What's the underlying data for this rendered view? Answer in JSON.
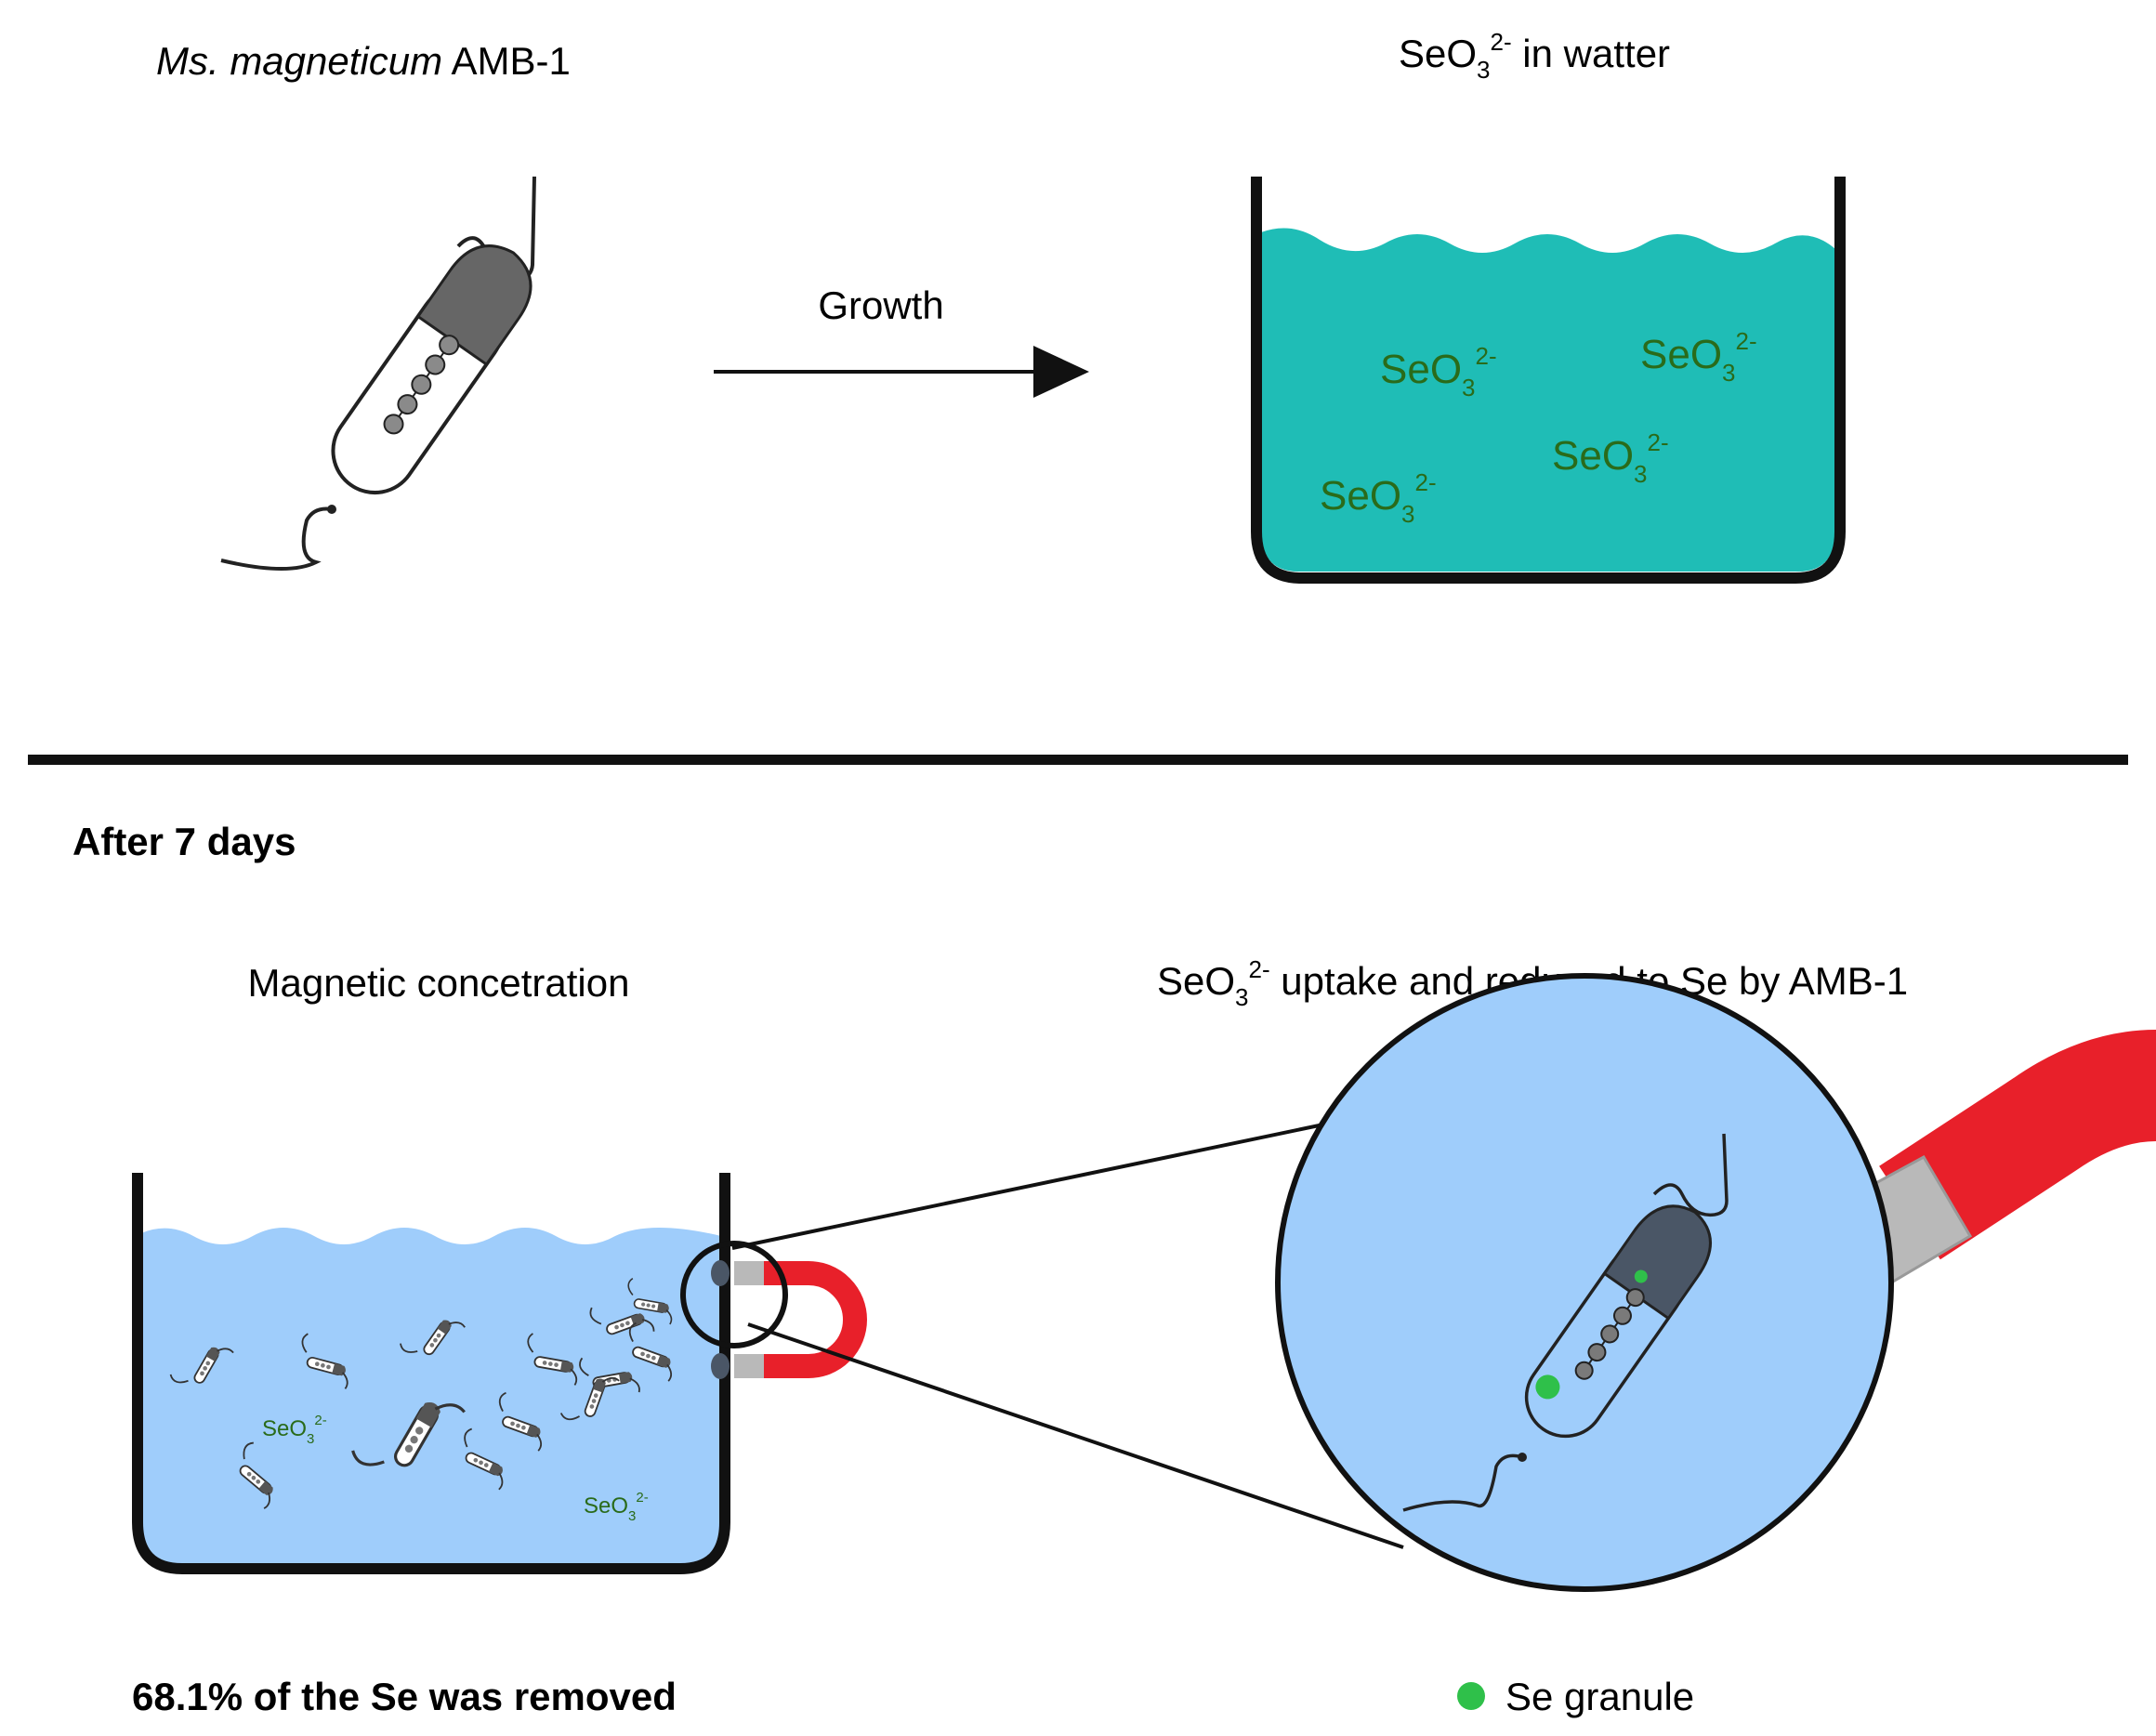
{
  "top": {
    "organism_species": "Ms. magneticum",
    "organism_strain": " AMB-1",
    "arrow_label": "Growth",
    "beaker_title_base": "SeO",
    "beaker_title_sub": "3",
    "beaker_title_sup": "2-",
    "beaker_title_rest": " in watter"
  },
  "ion": {
    "base": "SeO",
    "sub": "3",
    "sup": "2-"
  },
  "bottom": {
    "section_title": "After 7 days",
    "left_title": "Magnetic concetration",
    "right_title_base": "SeO",
    "right_title_sub": "3",
    "right_title_sup": "2-",
    "right_title_rest": " uptake and reduced to Se by AMB-1",
    "result": "68.1% of the Se was removed",
    "legend_label": "Se granule"
  },
  "colors": {
    "top_water": "#1fbdb6",
    "bottom_water": "#9fcdfb",
    "ion_text": "#2a6b1a",
    "magnet_red": "#e8202a",
    "magnet_gray": "#b9b9b9",
    "granule_green": "#2fc04a",
    "magnetosome": "#7a7a7a",
    "cell_tip_dark": "#4a5666"
  }
}
